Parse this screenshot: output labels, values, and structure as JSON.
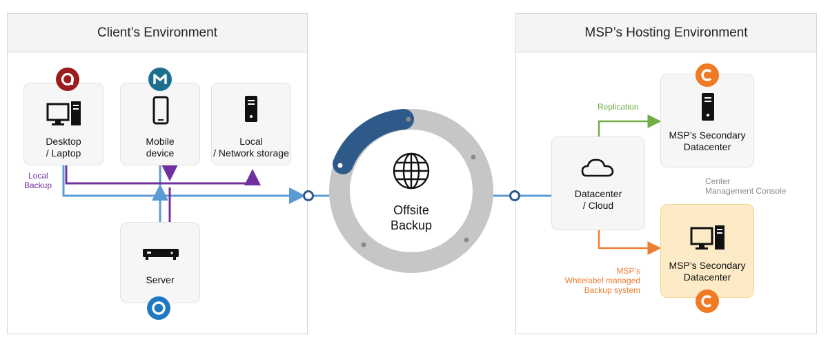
{
  "client_panel": {
    "title": "Client’s Environment"
  },
  "msp_panel": {
    "title": "MSP’s Hosting Environment"
  },
  "devices": {
    "desktop": {
      "line1": "Desktop",
      "line2": "/ Laptop"
    },
    "mobile": {
      "line1": "Mobile",
      "line2": "device"
    },
    "storage": {
      "line1": "Local",
      "line2": "/ Network storage"
    },
    "server": {
      "label": "Server"
    }
  },
  "local_backup": {
    "line1": "Local",
    "line2": "Backup"
  },
  "offsite": {
    "line1": "Offsite",
    "line2": "Backup"
  },
  "datacenter": {
    "line1": "Datacenter",
    "line2": "/ Cloud"
  },
  "replication": {
    "label": "Replication"
  },
  "secondary_top": {
    "line1": "MSP’s Secondary",
    "line2": "Datacenter"
  },
  "secondary_bottom": {
    "line1": "MSP’s Secondary",
    "line2": "Datacenter"
  },
  "center_console": {
    "line1": "Center",
    "line2": "Management Console"
  },
  "whitelabel": {
    "line1": "MSP’s",
    "line2": "Whitelabel managed",
    "line3": "Backup system"
  },
  "colors": {
    "blue": "#5b9bd5",
    "purple": "#7030a0",
    "green": "#70ad47",
    "orange": "#ed7d31",
    "navy": "#2e5a8a",
    "ring_gray": "#c9c9c9"
  },
  "icons": [
    "desktop-icon",
    "mobile-icon",
    "storage-icon",
    "server-icon",
    "globe-icon",
    "cloud-icon"
  ]
}
